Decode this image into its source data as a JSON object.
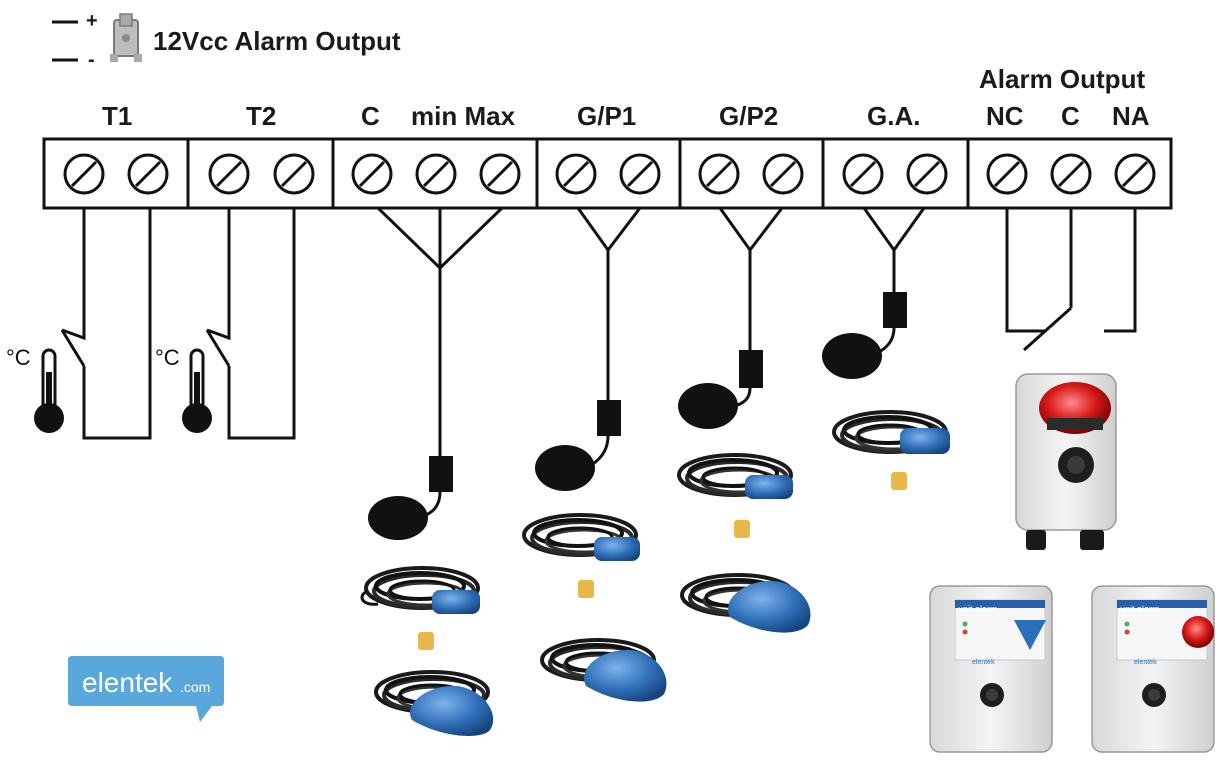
{
  "legend": {
    "plus": "+",
    "minus": "-",
    "title": "12Vcc Alarm Output",
    "icon": "spade-connector-icon"
  },
  "header": {
    "alarm_output": "Alarm Output"
  },
  "terminals": {
    "t1": "T1",
    "t2": "T2",
    "c": "C",
    "min_max": "min Max",
    "gp1": "G/P1",
    "gp2": "G/P2",
    "ga": "G.A.",
    "nc": "NC",
    "c2": "C",
    "na": "NA"
  },
  "sensors": {
    "t1_unit": "°C",
    "t2_unit": "°C"
  },
  "products": {
    "panel_label_1": "unit alarm",
    "panel_label_2": "unit alarm",
    "panel_brand_1": "elentek",
    "panel_brand_2": "elentek"
  },
  "logo": {
    "name": "elentek",
    "suffix": ".com"
  },
  "colors": {
    "float_blue": "#2f6fb8",
    "beacon_red": "#d81a1a",
    "logo_blue": "#5aa7dc",
    "weight_yellow": "#e8b84a"
  }
}
